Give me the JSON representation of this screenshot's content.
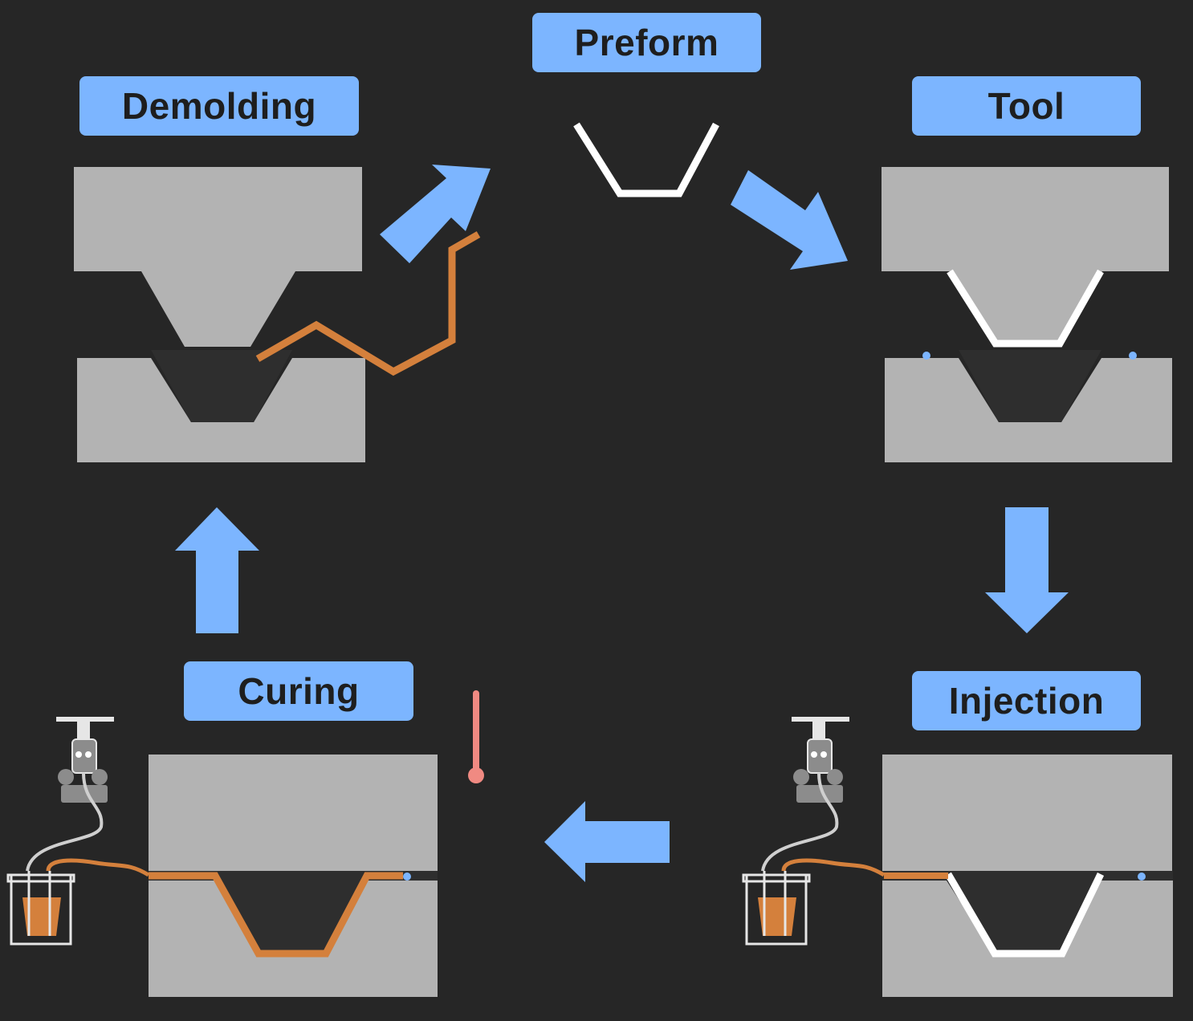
{
  "labels": {
    "preform": "Preform",
    "tool": "Tool",
    "injection": "Injection",
    "curing": "Curing",
    "demolding": "Demolding"
  },
  "colors": {
    "background": "#262626",
    "label_fill": "#7cb5ff",
    "arrow": "#7cb5ff",
    "mold": "#b3b3b3",
    "cavity": "#2e2e2e",
    "preform_fiber": "#ffffff",
    "resin": "#d4803c",
    "vent_dot": "#7cb5ff",
    "thermometer": "#f08a82"
  },
  "icons": [
    "arrow-icon",
    "thermometer-icon",
    "resin-pump-icon",
    "resin-container-icon"
  ]
}
